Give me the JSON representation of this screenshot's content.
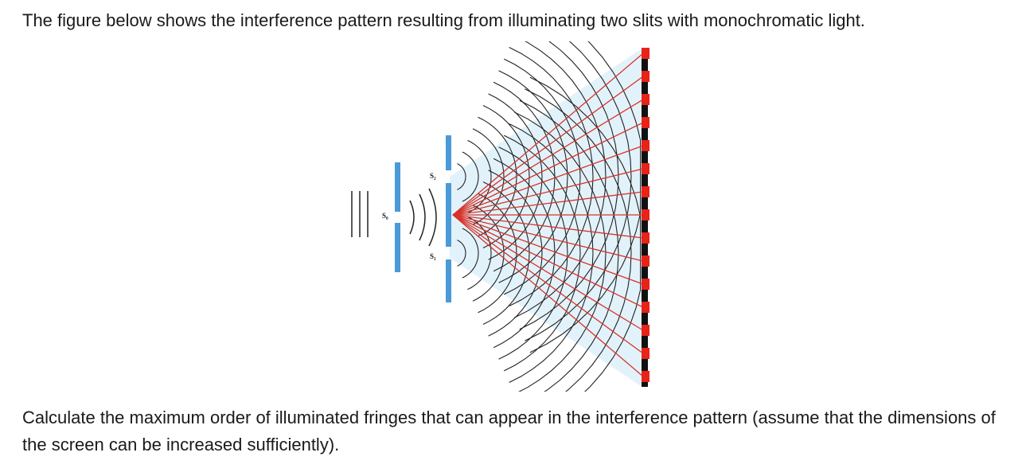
{
  "intro_text": "The figure below shows the interference pattern resulting from illuminating two slits with monochromatic light.",
  "figure": {
    "source_label": "S₀",
    "slit_upper_label": "S₂",
    "slit_lower_label": "S₁",
    "barrier_color": "#4a9ad8",
    "screen_color": "#111111",
    "bright_fringe_color": "#e8231a",
    "ray_color": "#d8322a",
    "wave_color": "#222222",
    "light_blue": "#bfe0f2"
  },
  "question_text": "Calculate the maximum order of illuminated fringes that can appear in the interference pattern (assume that the dimensions of the screen can be increased sufficiently)."
}
